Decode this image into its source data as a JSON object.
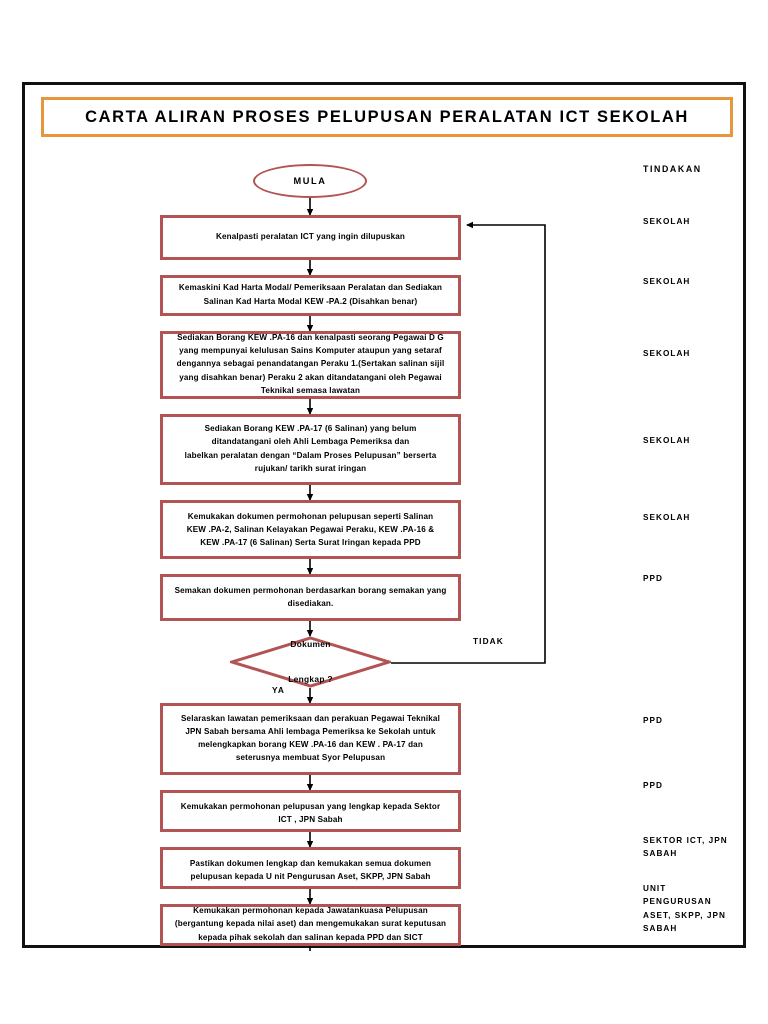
{
  "document": {
    "title": "CARTA ALIRAN PROSES PELUPUSAN PERALATAN ICT SEKOLAH",
    "colors": {
      "frame_border": "#111111",
      "title_border": "#e8963c",
      "node_border": "#b35454",
      "connector": "#000000",
      "text": "#000000",
      "background": "#ffffff"
    }
  },
  "action_column": {
    "header": "TINDAKAN",
    "labels": [
      {
        "id": "act-1",
        "text": "SEKOLAH"
      },
      {
        "id": "act-2",
        "text": "SEKOLAH"
      },
      {
        "id": "act-3",
        "text": "SEKOLAH"
      },
      {
        "id": "act-4",
        "text": "SEKOLAH"
      },
      {
        "id": "act-5",
        "text": "SEKOLAH"
      },
      {
        "id": "act-6",
        "text": "PPD"
      },
      {
        "id": "act-7",
        "text": "PPD"
      },
      {
        "id": "act-8",
        "text": "PPD"
      },
      {
        "id": "act-9",
        "text": "SEKTOR ICT, JPN\nSABAH"
      },
      {
        "id": "act-10",
        "text": "UNIT\nPENGURUSAN\nASET, SKPP, JPN\nSABAH"
      }
    ]
  },
  "flow": {
    "start": {
      "label": "MULA",
      "shape": "terminator"
    },
    "decision": {
      "label": "Dokumen\n\nLengkap ?",
      "shape": "diamond"
    },
    "edge_labels": {
      "no": "TIDAK",
      "yes": "YA"
    },
    "steps": [
      {
        "id": "step-1",
        "text": "Kenalpasti peralatan ICT yang ingin dilupuskan"
      },
      {
        "id": "step-2",
        "text": "Kemaskini Kad Harta Modal/ Pemeriksaan Peralatan dan Sediakan\nSalinan Kad Harta Modal KEW -PA.2 (Disahkan benar)"
      },
      {
        "id": "step-3",
        "text": "Sediakan Borang KEW .PA-16 dan kenalpasti  seorang Pegawai D G\nyang mempunyai kelulusan Sains Komputer ataupun yang setaraf\ndengannya sebagai penandatangan Peraku 1.(Sertakan salinan sijil\nyang disahkan benar) Peraku 2 akan ditandatangani oleh Pegawai\nTeknikal semasa lawatan"
      },
      {
        "id": "step-4",
        "text": "Sediakan  Borang KEW .PA-17 (6 Salinan) yang belum\nditandatangani oleh  Ahli Lembaga Pemeriksa  dan\nlabelkan peralatan dengan “Dalam Proses Pelupusan” berserta\nrujukan/ tarikh surat iringan"
      },
      {
        "id": "step-5",
        "text": "Kemukakan dokumen permohonan pelupusan seperti  Salinan\nKEW .PA-2, Salinan Kelayakan Pegawai Peraku, KEW .PA-16 &\nKEW .PA-17 (6 Salinan) Serta Surat Iringan kepada PPD"
      },
      {
        "id": "step-6",
        "text": "Semakan dokumen permohonan berdasarkan borang semakan yang\ndisediakan."
      },
      {
        "id": "step-7",
        "text": "Selaraskan lawatan pemeriksaan dan perakuan  Pegawai Teknikal\nJPN Sabah bersama  Ahli lembaga Pemeriksa ke Sekolah untuk\nmelengkapkan borang KEW .PA-16 dan KEW . PA-17 dan\nseterusnya membuat Syor Pelupusan"
      },
      {
        "id": "step-8",
        "text": "Kemukakan permohonan pelupusan yang lengkap kepada Sektor\nICT , JPN Sabah"
      },
      {
        "id": "step-9",
        "text": "Pastikan  dokumen lengkap dan kemukakan semua dokumen\npelupusan kepada U nit Pengurusan Aset, SKPP, JPN Sabah"
      },
      {
        "id": "step-10",
        "text": "Kemukakan permohonan kepada Jawatankuasa Pelupusan\n(bergantung kepada nilai aset) dan mengemukakan surat keputusan\nkepada pihak sekolah dan salinan kepada PPD  dan SICT"
      }
    ]
  }
}
